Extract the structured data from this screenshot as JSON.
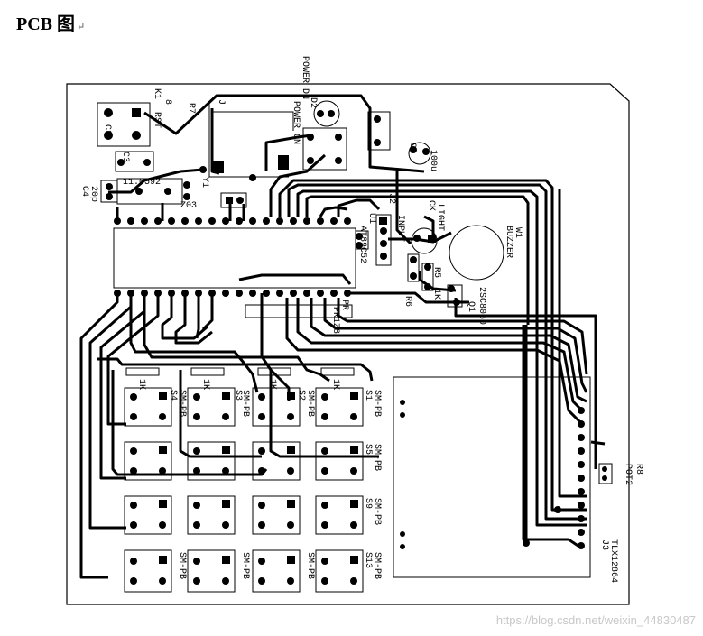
{
  "heading": {
    "text": "PCB 图",
    "return_mark": "↵"
  },
  "watermark": "https://blog.csdn.net/weixin_44830487",
  "labels": {
    "k1": "K1",
    "rst": "RST",
    "r7": "R7",
    "r7v": "8",
    "j1": "J",
    "d2": "D2",
    "power_on": "POWER ON",
    "power_dn": "POWER DN",
    "c1": "C1",
    "c2": "C2",
    "c3": "C3",
    "c4": "C4",
    "c4v": "20p",
    "y1": "Y1",
    "xtal": "11.0592",
    "zo": "Z03",
    "ic": "AT89C52",
    "u1": "U1",
    "j2": "J2",
    "inp": "INPUT",
    "light": "LIGHT",
    "ck": "CK",
    "r5": "R5",
    "r5v": "1K",
    "r6": "R6",
    "buzzer": "BUZZER",
    "w1": "W1",
    "q1": "Q1",
    "q1v": "2SC8050",
    "c100": "100u",
    "pr": "PR",
    "pr_name": "PR1Z8",
    "sw_type": "SM-PB",
    "r1k1": "1K",
    "r1k2": "1K",
    "r1k3": "1K",
    "r1k4": "1K",
    "s1": "S1",
    "s2": "S2",
    "s3": "S3",
    "s4": "S4",
    "s5": "S5",
    "s9": "S9",
    "s13": "S13",
    "j3": "J3",
    "lcd": "TLX12864",
    "pot": "POT2",
    "r8": "R8"
  }
}
